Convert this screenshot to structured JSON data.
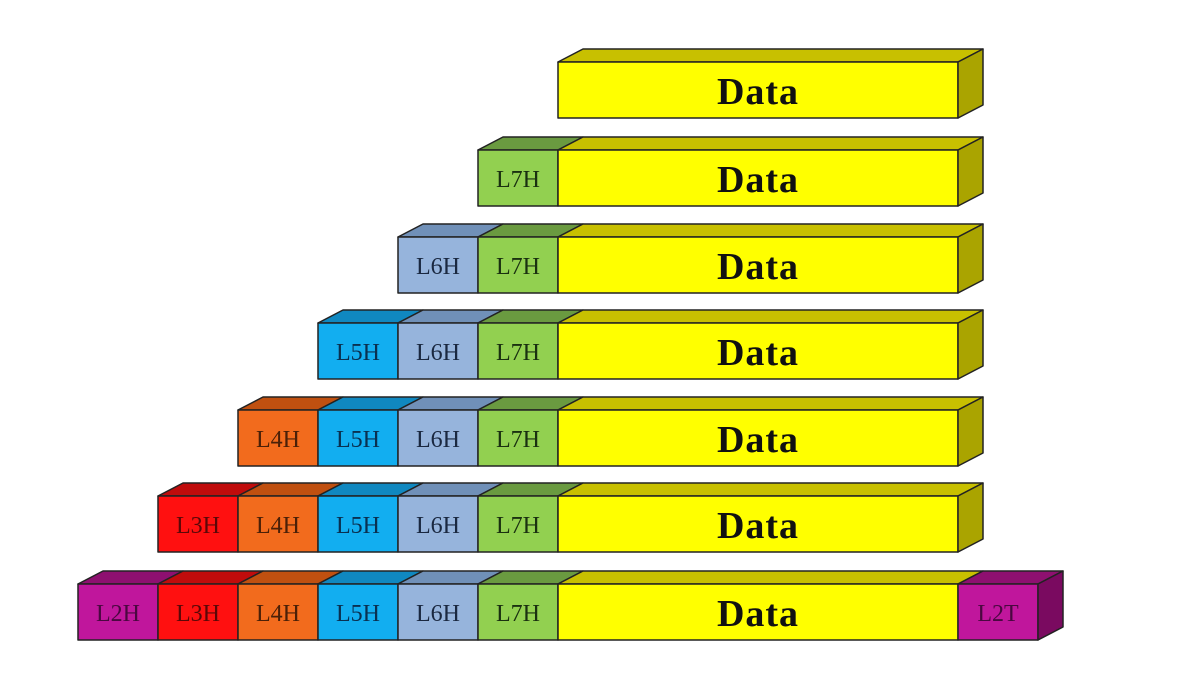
{
  "data_label": "Data",
  "segments": {
    "L2H": {
      "label": "L2H",
      "color": "#c0169c",
      "top": "#8e1070",
      "text": "#4a0840"
    },
    "L3H": {
      "label": "L3H",
      "color": "#ff1010",
      "top": "#c00c0c",
      "text": "#5a0808"
    },
    "L4H": {
      "label": "L4H",
      "color": "#f26b1d",
      "top": "#c05010",
      "text": "#4a2008"
    },
    "L5H": {
      "label": "L5H",
      "color": "#12aef0",
      "top": "#1088c0",
      "text": "#0a3050"
    },
    "L6H": {
      "label": "L6H",
      "color": "#96b4dc",
      "top": "#7090b8",
      "text": "#1a2840"
    },
    "L7H": {
      "label": "L7H",
      "color": "#92d050",
      "top": "#6a9a40",
      "text": "#1a3010"
    },
    "Data": {
      "label": "Data",
      "color": "#ffff00",
      "top": "#c8c000",
      "side": "#aaa400",
      "text": "#111111"
    },
    "L2T": {
      "label": "L2T",
      "color": "#c0169c",
      "top": "#8e1070",
      "side": "#7a0a60",
      "text": "#4a0840"
    }
  },
  "rows": [
    {
      "headers": [],
      "trailer": []
    },
    {
      "headers": [
        "L7H"
      ],
      "trailer": []
    },
    {
      "headers": [
        "L6H",
        "L7H"
      ],
      "trailer": []
    },
    {
      "headers": [
        "L5H",
        "L6H",
        "L7H"
      ],
      "trailer": []
    },
    {
      "headers": [
        "L4H",
        "L5H",
        "L6H",
        "L7H"
      ],
      "trailer": []
    },
    {
      "headers": [
        "L3H",
        "L4H",
        "L5H",
        "L6H",
        "L7H"
      ],
      "trailer": []
    },
    {
      "headers": [
        "L2H",
        "L3H",
        "L4H",
        "L5H",
        "L6H",
        "L7H"
      ],
      "trailer": [
        "L2T"
      ]
    }
  ]
}
